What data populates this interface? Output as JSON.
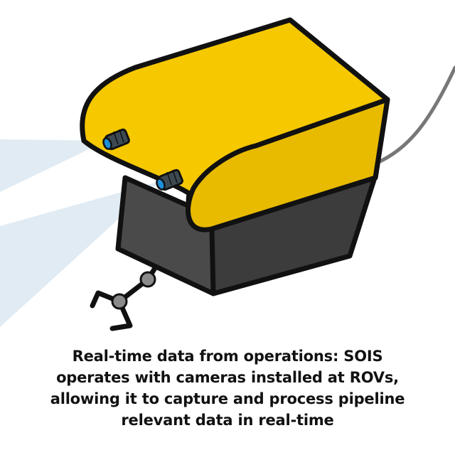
{
  "caption": {
    "lines": [
      "Real-time data from operations: SOIS",
      "operates with cameras installed at ROVs,",
      "allowing it to capture and process pipeline",
      "relevant data in real-time"
    ]
  },
  "colors": {
    "rov_body": "#f5c800",
    "rov_body_shadow": "#d9ad00",
    "rov_base": "#4a4a4a",
    "rov_base_front": "#3a3a3a",
    "outline": "#111111",
    "camera_lens": "#1e90d8",
    "camera_body": "#3d4a52",
    "light_beam": "#dbe8f1",
    "tether": "#777777",
    "arm_joint": "#8a8a8a"
  },
  "icons": {
    "rov": "rov-vehicle-icon",
    "camera": "camera-icon",
    "arm": "robotic-arm-icon"
  }
}
